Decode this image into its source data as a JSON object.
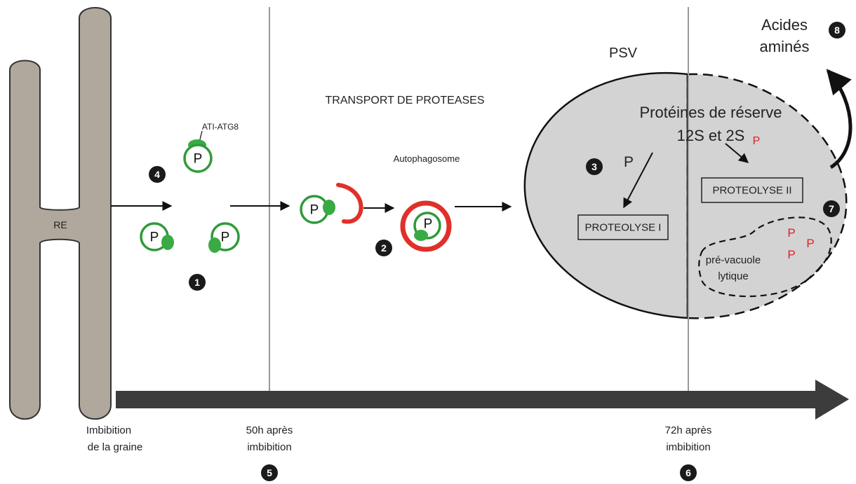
{
  "labels": {
    "re": "RE",
    "transport": "TRANSPORT DE PROTEASES",
    "ati_atg8": "ATI-ATG8",
    "autophagosome": "Autophagosome",
    "psv": "PSV",
    "proteines_line1": "Protéines de réserve",
    "proteines_line2": "12S et 2S",
    "proteolyse1": "PROTEOLYSE I",
    "proteolyse2": "PROTEOLYSE II",
    "pre_vacuole_line1": "pré-vacuole",
    "pre_vacuole_line2": "lytique",
    "acides_line1": "Acides",
    "acides_line2": "aminés",
    "vesicle_p": "P"
  },
  "timeline": {
    "t0_line1": "Imbibition",
    "t0_line2": "de la graine",
    "t1_line1": "50h après",
    "t1_line2": "imbibition",
    "t2_line1": "72h après",
    "t2_line2": "imbibition"
  },
  "badges": [
    "1",
    "2",
    "3",
    "4",
    "5",
    "6",
    "7",
    "8"
  ],
  "colors": {
    "er": "#b0a89d",
    "vesicle_green": "#2f9a3a",
    "vesicle_knob": "#3aaa44",
    "autophagosome_red": "#e0302a",
    "protease_red": "#e02020",
    "psv_fill": "#d3d3d3",
    "timeline_arrow": "#3c3c3c",
    "badge": "#1a1a1a"
  }
}
